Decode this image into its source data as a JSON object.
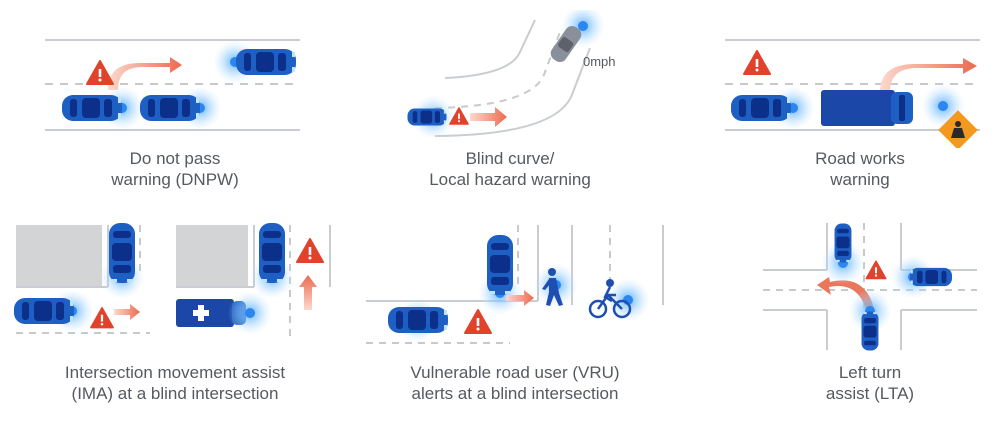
{
  "colors": {
    "car_blue": "#1e5fc4",
    "car_dark": "#0c2f8a",
    "glow": "#9fd3ff",
    "road_line": "#c9ccd0",
    "lane_dash": "#c7cacd",
    "block_gray": "#d3d4d6",
    "warning_red": "#e0422c",
    "arrow_orange": "#ef7b5e",
    "roadworks_orange": "#f39a1e",
    "caption_gray": "#555a60"
  },
  "icons": [
    "car-icon",
    "warning-triangle-icon",
    "path-arrow-icon",
    "truck-icon",
    "ambulance-icon",
    "pedestrian-icon",
    "cyclist-icon",
    "roadworks-sign-icon"
  ],
  "scenarios": [
    {
      "id": "dnpw",
      "caption": [
        "Do not pass",
        "warning (DNPW)"
      ]
    },
    {
      "id": "blind-curve",
      "caption": [
        "Blind curve/",
        "Local hazard warning"
      ],
      "speed_label": "0mph"
    },
    {
      "id": "road-works",
      "caption": [
        "Road works",
        "warning"
      ]
    },
    {
      "id": "ima",
      "caption": [
        "Intersection movement assist",
        "(IMA) at a blind intersection"
      ]
    },
    {
      "id": "vru",
      "caption": [
        "Vulnerable road user (VRU)",
        "alerts at a blind intersection"
      ]
    },
    {
      "id": "lta",
      "caption": [
        "Left turn",
        "assist (LTA)"
      ]
    }
  ]
}
